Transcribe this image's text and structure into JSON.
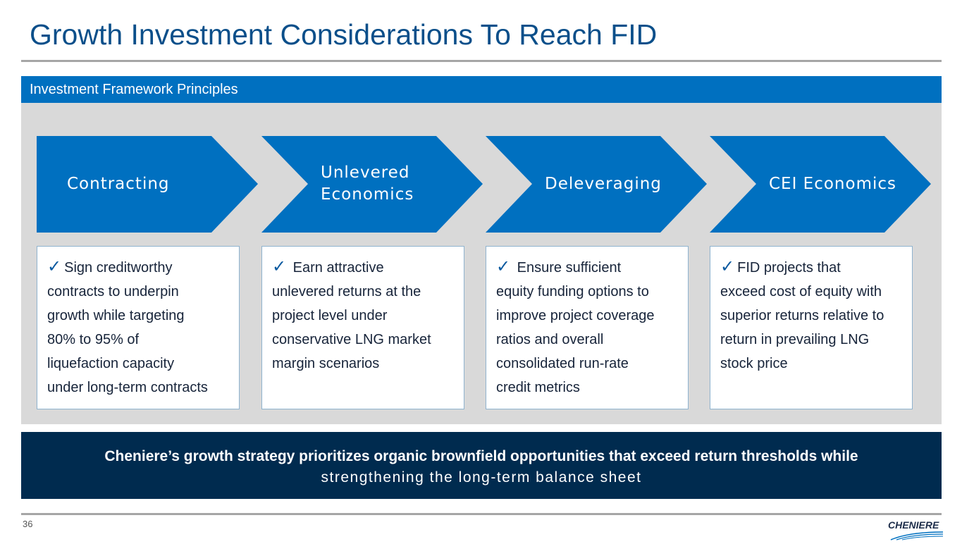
{
  "title": "Growth Investment Considerations To Reach FID",
  "band_title": "Investment Framework Principles",
  "steps": [
    {
      "label_lines": [
        "Contracting"
      ],
      "check": "✓",
      "lines": [
        "Sign creditworthy",
        "contracts to underpin",
        "growth while targeting",
        "80% to 95% of",
        "liquefaction capacity",
        "under long-term contracts"
      ]
    },
    {
      "label_lines": [
        "Unlevered",
        "Economics"
      ],
      "check": "✓",
      "lines": [
        "Earn attractive",
        "unlevered returns at the",
        "project level under",
        "conservative LNG market",
        "margin scenarios"
      ]
    },
    {
      "label_lines": [
        "Deleveraging"
      ],
      "check": "✓",
      "lines": [
        "Ensure sufficient",
        "equity funding options to",
        "improve project coverage",
        "ratios and overall",
        "consolidated run-rate",
        "credit metrics"
      ]
    },
    {
      "label_lines": [
        "CEI Economics"
      ],
      "check": "✓",
      "lines": [
        "FID projects that",
        "exceed cost of equity with",
        "superior returns relative to",
        "return in prevailing LNG",
        "stock price"
      ]
    }
  ],
  "footer": {
    "line1": "Cheniere’s growth strategy prioritizes organic brownfield opportunities that exceed return thresholds while",
    "line2": "strengthening the long-term balance sheet"
  },
  "page_number": "36",
  "logo_text": "CHENIERE",
  "colors": {
    "blue": "#0070c0",
    "navy": "#002b4f"
  }
}
